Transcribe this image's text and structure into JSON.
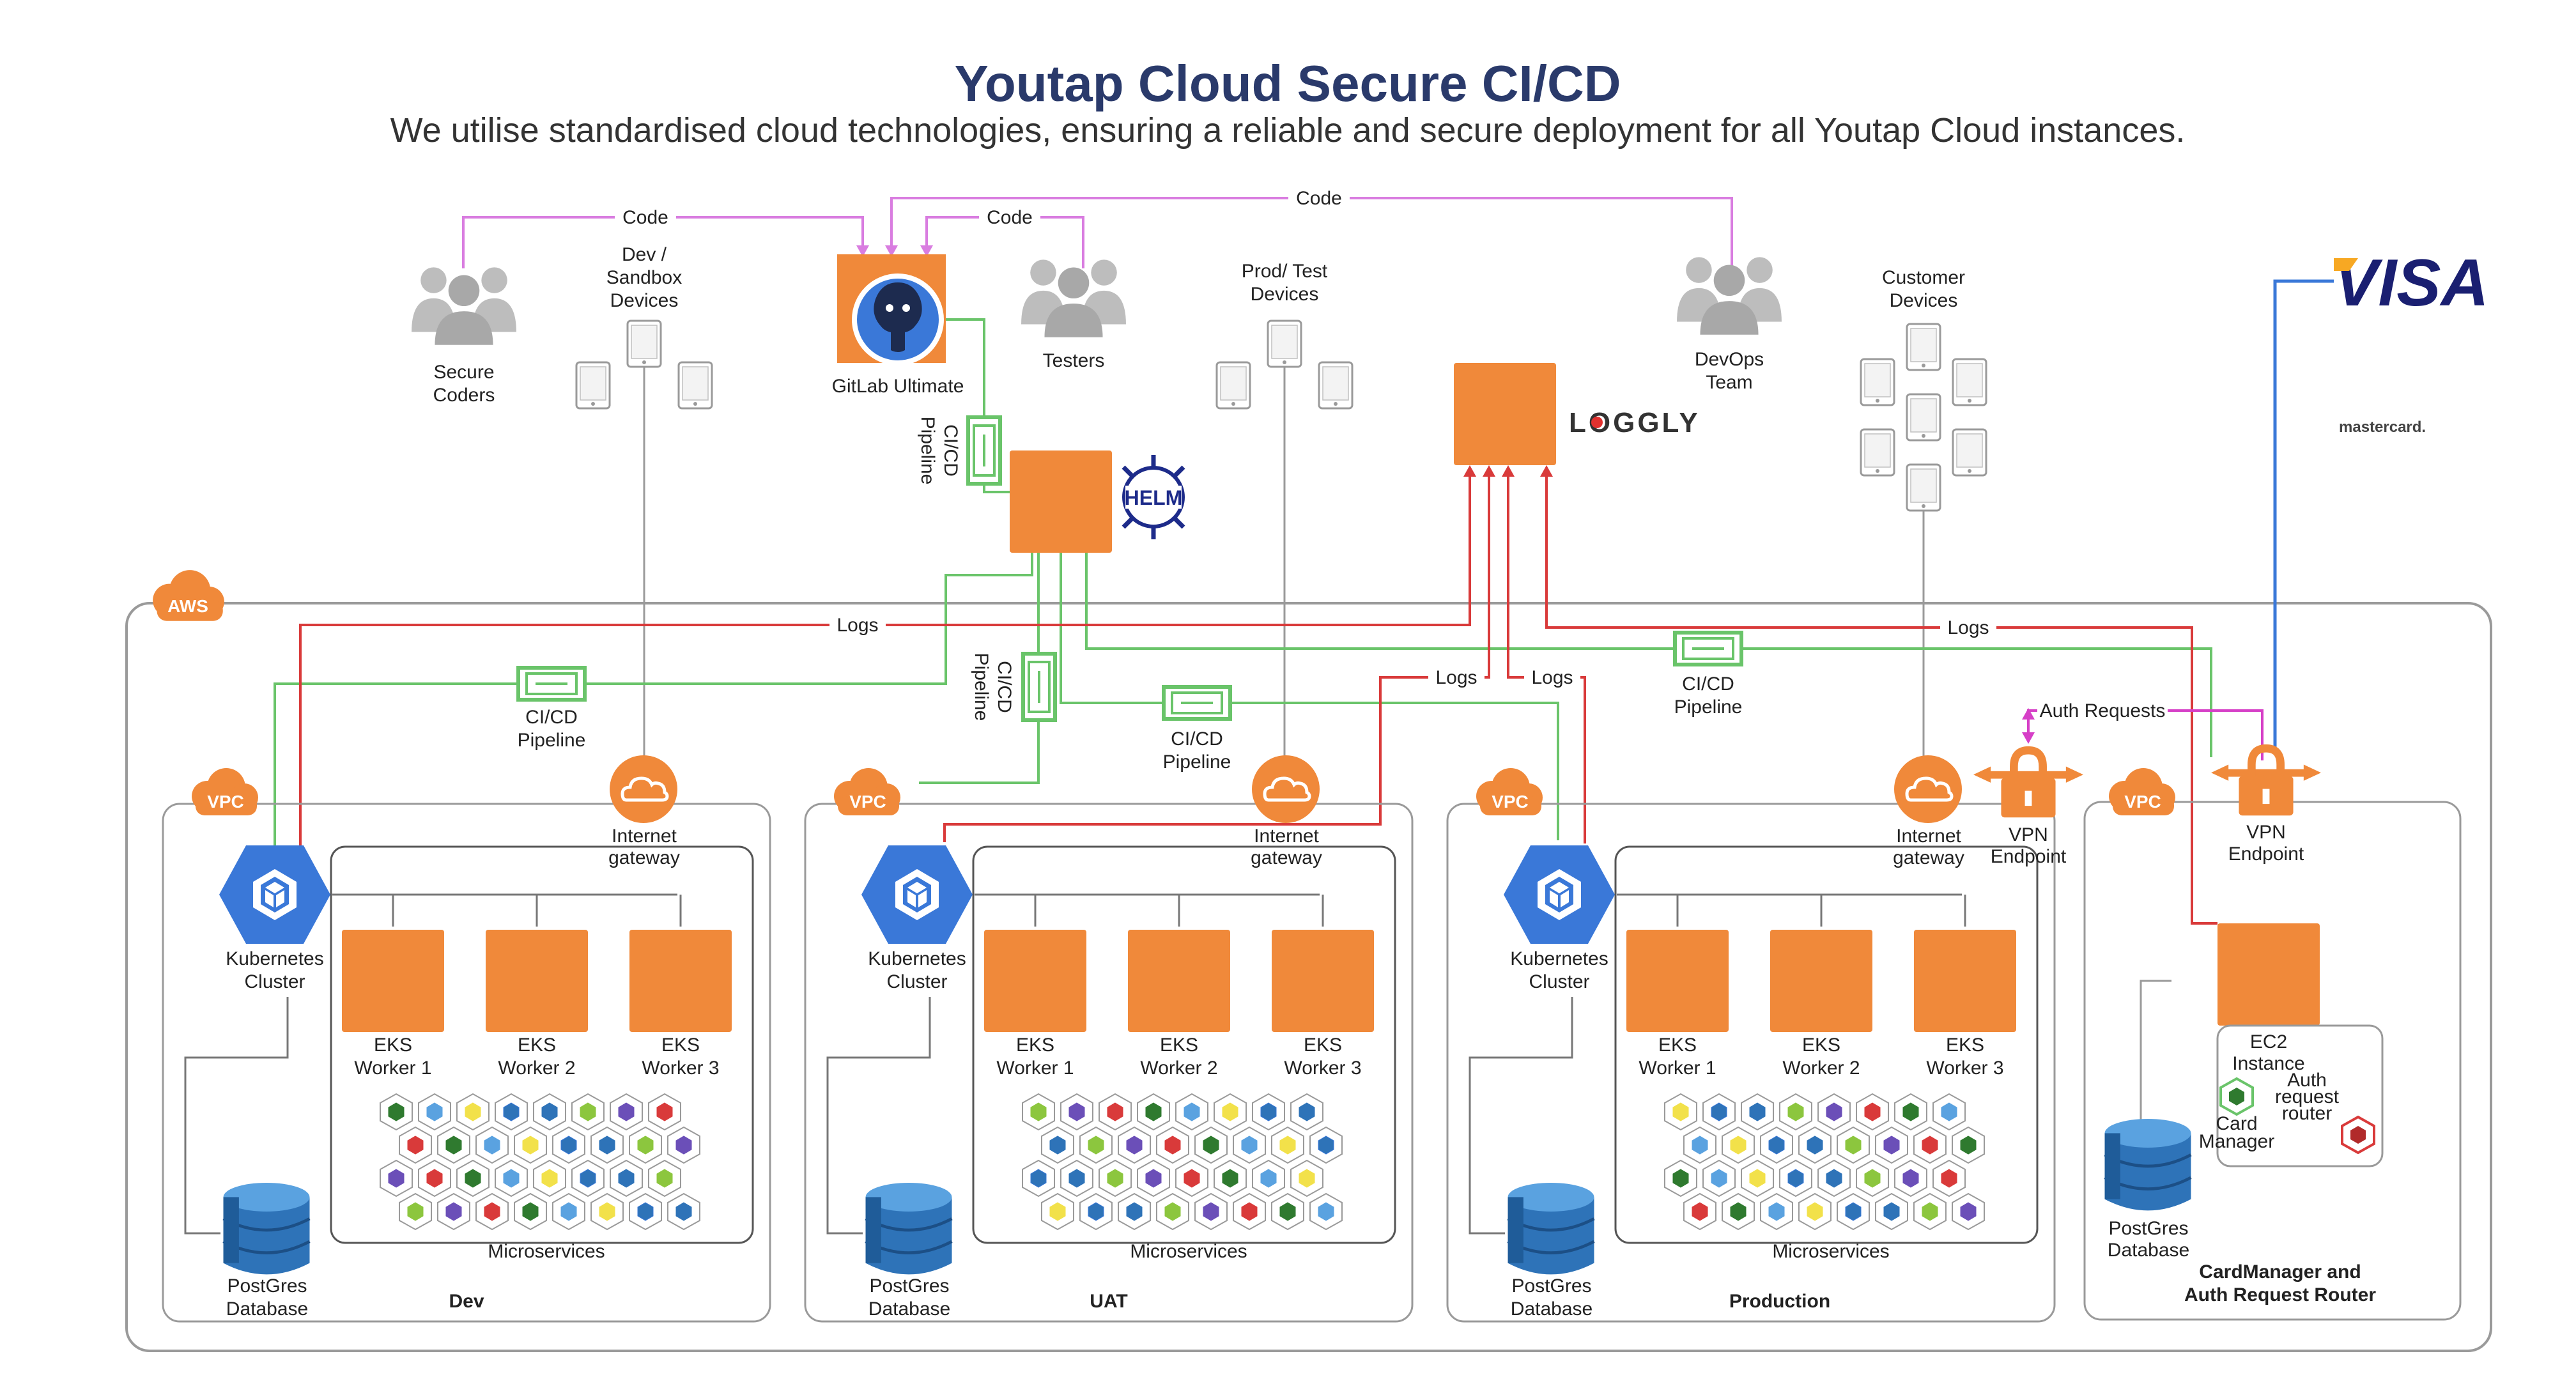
{
  "title": "Youtap Cloud Secure CI/CD",
  "subtitle": "We utilise standardised cloud technologies, ensuring a reliable and secure deployment for all Youtap Cloud instances.",
  "colors": {
    "orange": "#f0893a",
    "blue": "#3a78d8",
    "green": "#6ac46a",
    "red": "#d93a3a",
    "purple": "#d97de0",
    "grey": "#999999",
    "navy": "#2a3a6b",
    "loggly_red": "#e1312f",
    "visa_blue": "#1a1f71",
    "visa_gold": "#f7a823",
    "db_blue": "#2e73b8"
  },
  "top": {
    "coders": [
      "Secure",
      "Coders"
    ],
    "sandbox": [
      "Dev /",
      "Sandbox",
      "Devices"
    ],
    "gitlab": "GitLab Ultimate",
    "testers": "Testers",
    "prodtest": [
      "Prod/ Test",
      "Devices"
    ],
    "loggly": "LOGGLY",
    "devops": [
      "DevOps",
      "Team"
    ],
    "customer": [
      "Customer",
      "Devices"
    ],
    "visa": "VISA",
    "mastercard": "mastercard.",
    "helm": "HELM"
  },
  "edges": {
    "code": "Code",
    "logs": "Logs",
    "cicd": [
      "CI/CD",
      "Pipeline"
    ],
    "auth": "Auth Requests"
  },
  "aws": "AWS",
  "vpc": "VPC",
  "common": {
    "k8s": [
      "Kubernetes",
      "Cluster"
    ],
    "igw": [
      "Internet",
      "gateway"
    ],
    "workers": [
      [
        "EKS",
        "Worker 1"
      ],
      [
        "EKS",
        "Worker 2"
      ],
      [
        "EKS",
        "Worker 3"
      ]
    ],
    "micro": "Microservices",
    "db": [
      "PostGres",
      "Database"
    ]
  },
  "envs": [
    "Dev",
    "UAT",
    "Production"
  ],
  "vpn": [
    "VPN",
    "Endpoint"
  ],
  "cardmanager": {
    "ec2": [
      "EC2",
      "Instance"
    ],
    "card": [
      "Card",
      "Manager"
    ],
    "router": [
      "Auth",
      "request",
      "router"
    ],
    "title": [
      "CardManager and",
      "Auth Request Router"
    ]
  }
}
